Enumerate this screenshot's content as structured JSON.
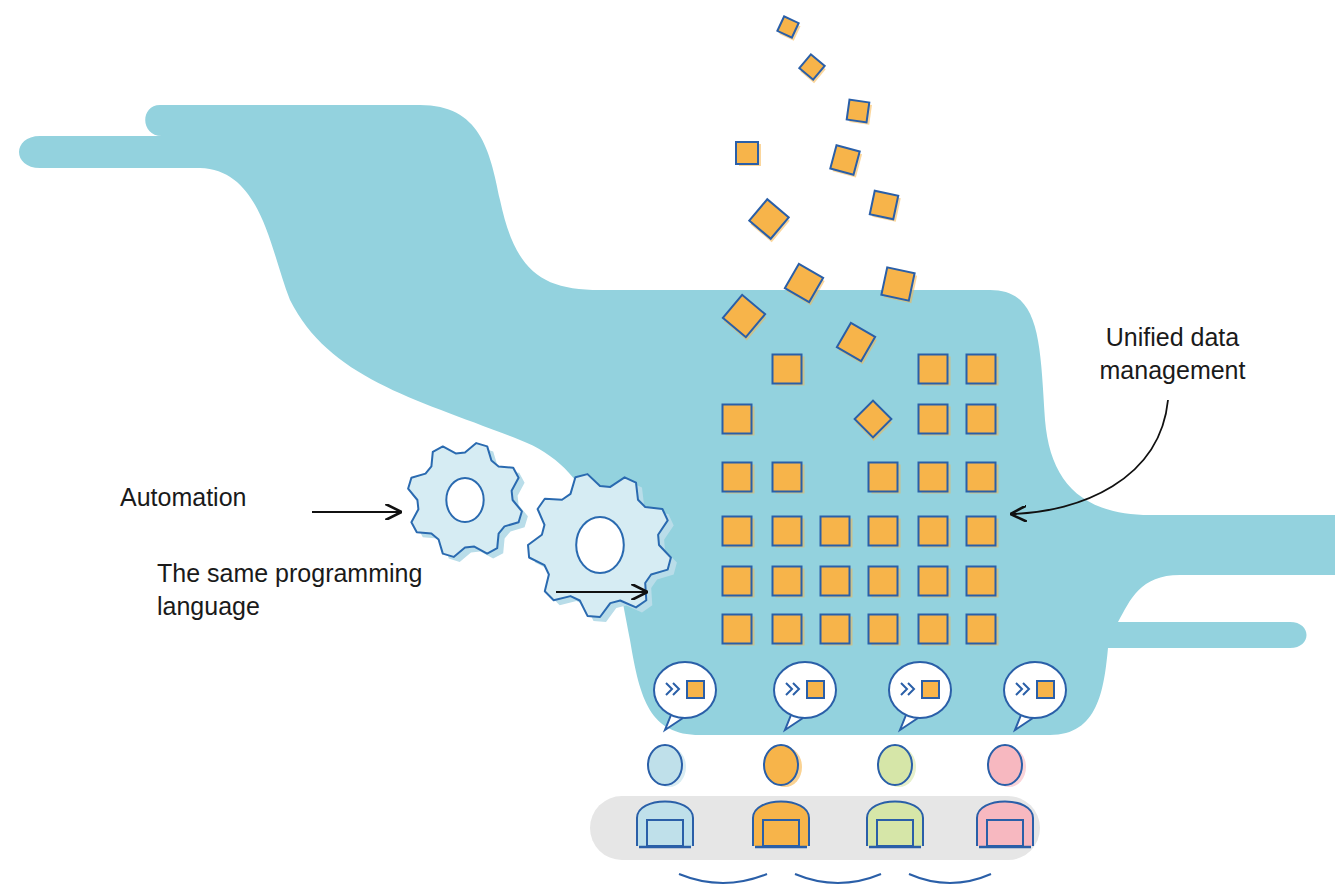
{
  "diagram": {
    "labels": [
      "Automation",
      "The same programming language",
      "Unified data management"
    ]
  }
}
